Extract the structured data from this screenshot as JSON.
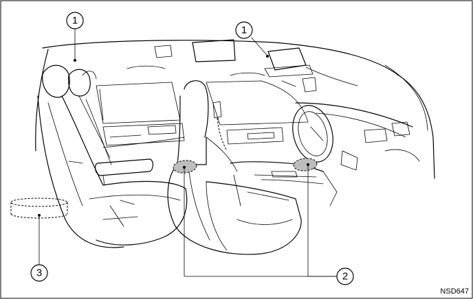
{
  "callouts": [
    {
      "id": "callout-1a",
      "label": "1"
    },
    {
      "id": "callout-1b",
      "label": "1"
    },
    {
      "id": "callout-2",
      "label": "2"
    },
    {
      "id": "callout-3",
      "label": "3"
    }
  ],
  "figure_code": "NSD647"
}
